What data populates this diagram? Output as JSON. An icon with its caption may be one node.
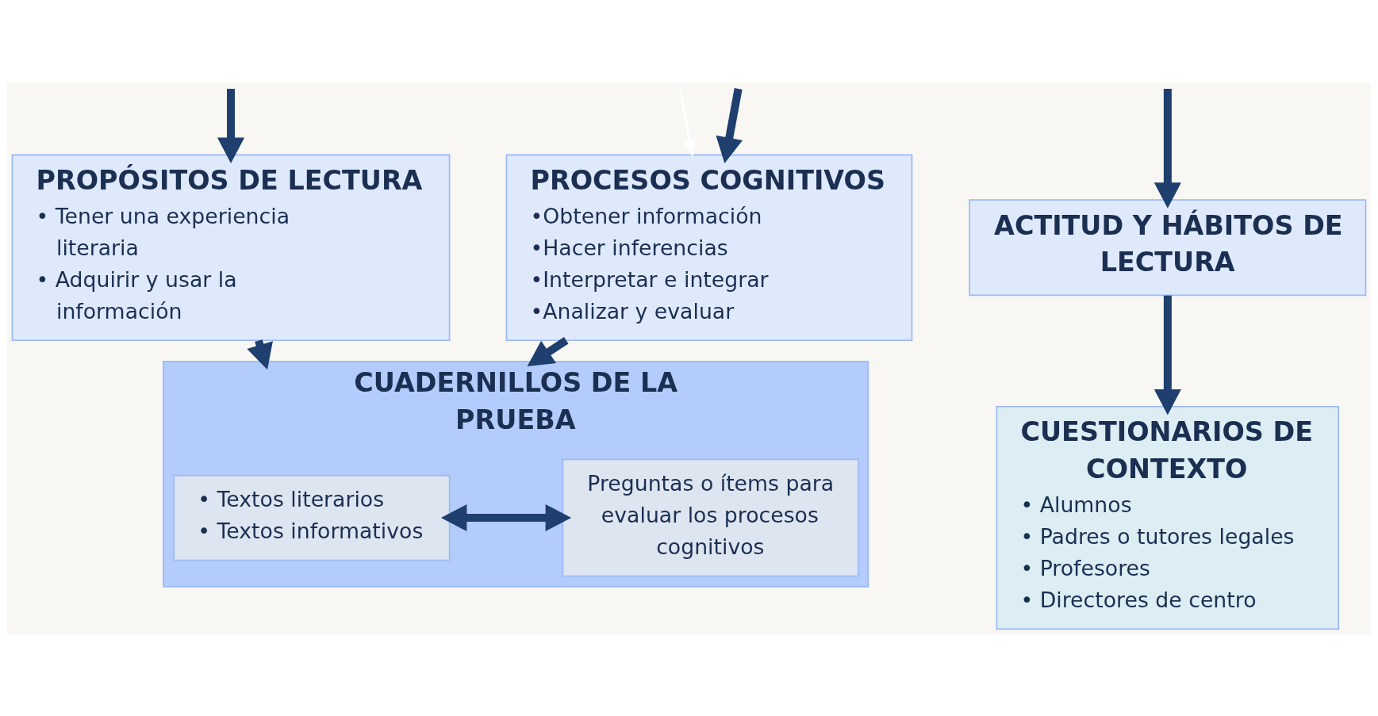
{
  "diagram": {
    "nodes": [
      {
        "text": [
          "PROPÓSITOS DE LECTURA",
          "• Tener una experiencia literaria",
          "• Adquirir y usar la información"
        ]
      },
      {
        "text": [
          "PROCESOS COGNITIVOS",
          "•Obtener información",
          "•Hacer inferencias",
          "•Interpretar e integrar",
          "•Analizar y evaluar"
        ]
      },
      {
        "text": [
          "ACTITUD Y HÁBITOS DE LECTURA"
        ]
      },
      {
        "text": [
          "CUADERNILLOS DE LA PRUEBA"
        ]
      },
      {
        "text": [
          "• Textos literarios",
          "• Textos informativos"
        ],
        "in": 3
      },
      {
        "text": [
          "Preguntas o ítems para evaluar los procesos cognitivos"
        ],
        "in": 3
      },
      {
        "text": [
          "CUESTIONARIOS DE CONTEXTO",
          "• Alumnos",
          "• Padres o tutores legales",
          "• Profesores",
          "• Directores de centro"
        ]
      }
    ],
    "edges": [
      {
        "from": null,
        "to": 0,
        "arrow": "to"
      },
      {
        "from": null,
        "to": 1,
        "arrow": "to",
        "color": "#ffffff"
      },
      {
        "from": null,
        "to": 1,
        "arrow": "to"
      },
      {
        "from": null,
        "to": 2,
        "arrow": "to"
      },
      {
        "from": 0,
        "to": 3,
        "arrow": "to"
      },
      {
        "from": 1,
        "to": 3,
        "arrow": "to"
      },
      {
        "from": 2,
        "to": 6,
        "arrow": "to"
      },
      {
        "from": 4,
        "to": 5,
        "arrow": "both"
      }
    ]
  }
}
